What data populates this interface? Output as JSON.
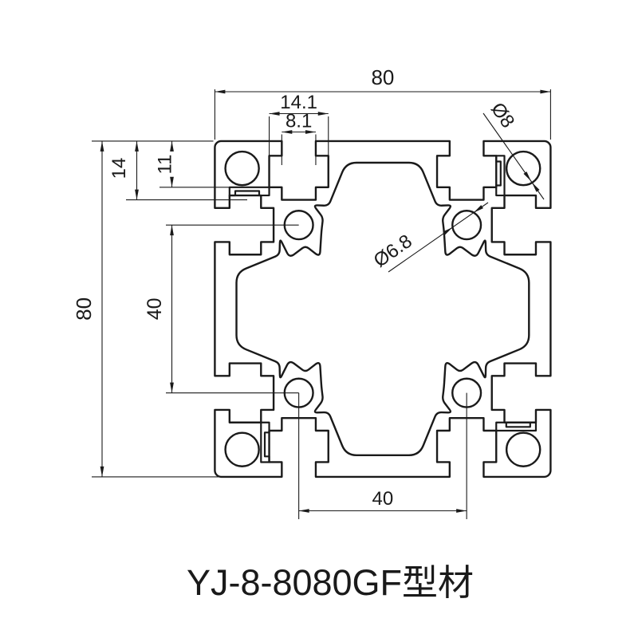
{
  "title": "YJ-8-8080GF型材",
  "dimensions": {
    "width_top": "80",
    "height_left": "80",
    "slot_cavity_width": "14.1",
    "slot_opening_width": "8.1",
    "slot_depth_total": "14",
    "slot_depth_wide": "11",
    "hole_pitch_left": "40",
    "hole_pitch_bottom": "40",
    "corner_hole": "Ø8",
    "core_hole": "Ø6.8"
  },
  "profile_geometry": {
    "size_mm": 80,
    "slot_offsets_mm": [
      20,
      60
    ],
    "slot_opening_width_mm": 8.1,
    "slot_cavity_width_mm": 14.1,
    "slot_depth_wide_mm": 11,
    "slot_depth_total_mm": 14,
    "corner_hole_dia_mm": 8,
    "core_hole_dia_mm": 6.8,
    "core_hole_pitch_mm": 40
  },
  "style": {
    "line_color": "#1a1a1a",
    "background": "#ffffff"
  }
}
